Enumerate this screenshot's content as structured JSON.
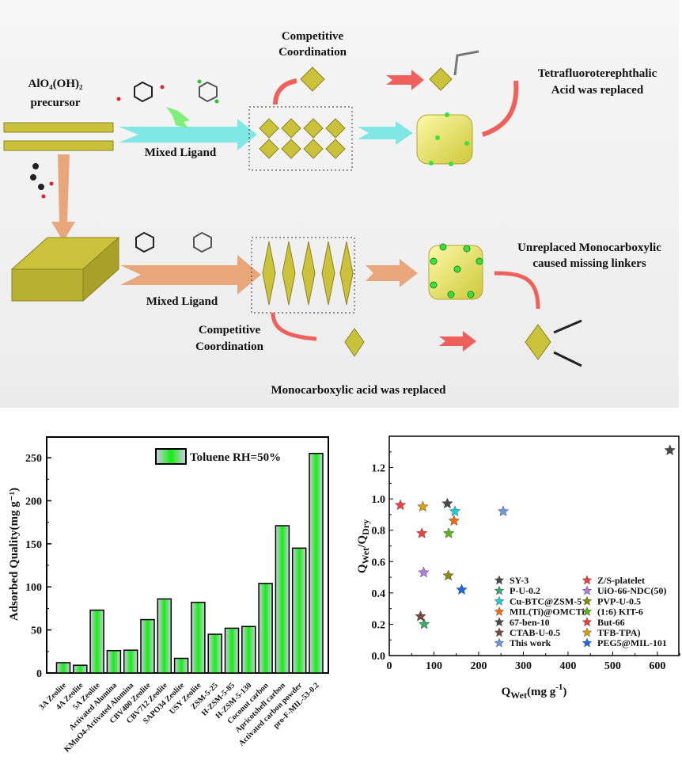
{
  "diagram": {
    "precursor_line1": "AlO₄(OH)₂",
    "precursor_line2": "precursor",
    "top_competitive_line1": "Competitive",
    "top_competitive_line2": "Coordination",
    "top_mixed_ligand": "Mixed Ligand",
    "tfa_line1": "Tetrafluoroterephthalic",
    "tfa_line2": "Acid was replaced",
    "bottom_mixed_ligand": "Mixed Ligand",
    "unreplaced_line1": "Unreplaced Monocarboxylic",
    "unreplaced_line2": "caused missing linkers",
    "bottom_competitive_line1": "Competitive",
    "bottom_competitive_line2": "Coordination",
    "mono_replaced": "Monocarboxylic acid was replaced",
    "colors": {
      "octahedron": "#c9c23a",
      "cyan_arrow": "#7fe8e4",
      "tan_arrow": "#e8a77a",
      "red_arrow": "#f0605a",
      "green_arrow": "#7ef07a",
      "cube": "#f4f07a"
    }
  },
  "chart_data": [
    {
      "type": "bar",
      "title": "",
      "ylabel": "Adsorbed Quality(mg g⁻¹)",
      "xlabel": "",
      "ylim": [
        0,
        274
      ],
      "yticks": [
        0,
        50,
        100,
        150,
        200,
        250
      ],
      "legend": {
        "label": "Toluene RH=50%",
        "position": "top-right"
      },
      "categories": [
        "3A Zeolite",
        "4A Zeolite",
        "5A Zeolite",
        "Activated Alumina",
        "KMnO4-Activated Alumina",
        "CBV400 Zeolite",
        "CBV712 Zeolite",
        "SAPO34 Zeolite",
        "USY Zeolite",
        "ZSM-5-25",
        "H-ZSM-5-85",
        "H-ZSM-5-130",
        "Coconut carbon",
        "Apricotshell carbon",
        "Activated carbon powder",
        "pro-F-MIL-53-0.2"
      ],
      "values": [
        12,
        9,
        73,
        26,
        26.5,
        62,
        86,
        17,
        82,
        45,
        52,
        54,
        104,
        171,
        145,
        255
      ]
    },
    {
      "type": "scatter",
      "xlabel": {
        "main": "Q",
        "sub": "Wet",
        "rest": "(mg g",
        "sup": "-1",
        "end": ")"
      },
      "ylabel": {
        "num": "Q",
        "num_sub": "Wet",
        "slash": "/Q",
        "den_sub": "Dry"
      },
      "xlim": [
        0,
        648
      ],
      "ylim": [
        0,
        1.4
      ],
      "xticks": [
        0,
        100,
        200,
        300,
        400,
        500,
        600
      ],
      "yticks": [
        0.0,
        0.2,
        0.4,
        0.6,
        0.8,
        1.0,
        1.2
      ],
      "legend_position": "bottom-right",
      "series": [
        {
          "name": "SY-3",
          "color": "#4a4a4a",
          "x": 628,
          "y": 1.31
        },
        {
          "name": "Z/S-platelet",
          "color": "#f04040",
          "x": 25,
          "y": 0.96
        },
        {
          "name": "P-U-0.2",
          "color": "#3aaa6a",
          "x": 78,
          "y": 0.2
        },
        {
          "name": "UiO-66-NDC(50)",
          "color": "#b07ae0",
          "x": 77,
          "y": 0.53
        },
        {
          "name": "Cu-BTC@ZSM-5",
          "color": "#1ad0d8",
          "x": 147,
          "y": 0.92
        },
        {
          "name": "PVP-U-0.5",
          "color": "#8a8a10",
          "x": 132,
          "y": 0.51
        },
        {
          "name": "MIL(Ti)@OMCTi",
          "color": "#f86a10",
          "x": 145,
          "y": 0.86
        },
        {
          "name": "(1:6) KIT-6",
          "color": "#5ab41a",
          "x": 133,
          "y": 0.78
        },
        {
          "name": "67-ben-10",
          "color": "#4a4a4a",
          "x": 130,
          "y": 0.97
        },
        {
          "name": "But-66",
          "color": "#f04040",
          "x": 73,
          "y": 0.78
        },
        {
          "name": "CTAB-U-0.5",
          "color": "#7a4a3a",
          "x": 70,
          "y": 0.25
        },
        {
          "name": "TFB-TPA)",
          "color": "#d8a010",
          "x": 75,
          "y": 0.95
        },
        {
          "name": "This work",
          "color": "#6a9ad8",
          "x": 255,
          "y": 0.92
        },
        {
          "name": "PEG5@MIL-101",
          "color": "#1a6ae8",
          "x": 162,
          "y": 0.42
        }
      ]
    }
  ]
}
